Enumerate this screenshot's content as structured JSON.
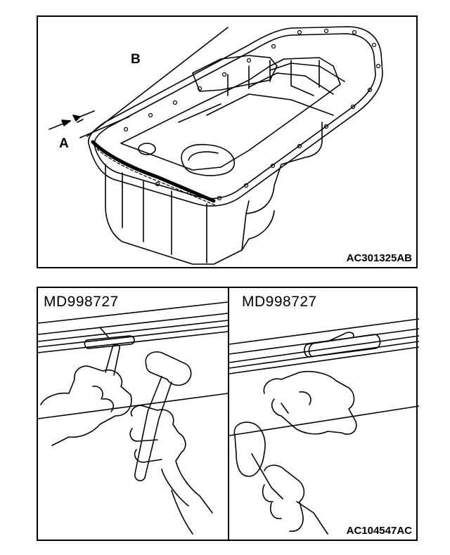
{
  "top_figure": {
    "label_a": "A",
    "label_b": "B",
    "code": "AC301325AB"
  },
  "bottom_figure": {
    "left_tool": "MD998727",
    "right_tool": "MD998727",
    "code": "AC104547AC"
  },
  "colors": {
    "line": "#000000",
    "background": "#ffffff"
  }
}
